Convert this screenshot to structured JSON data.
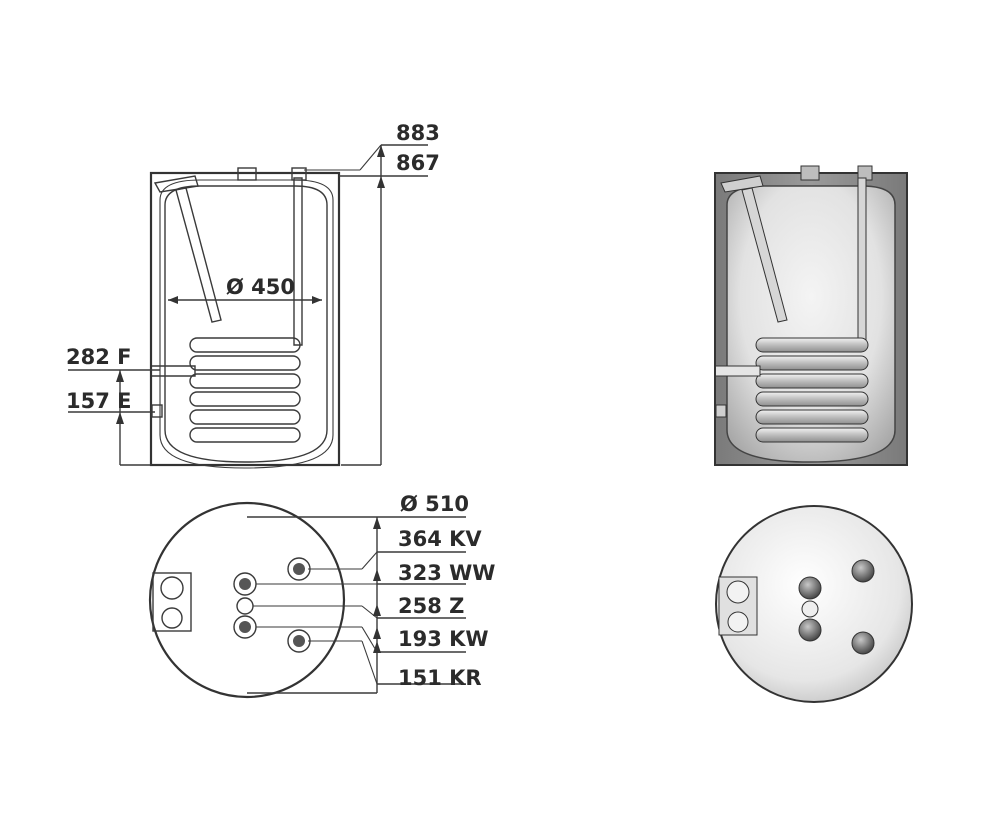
{
  "front_view": {
    "height_total": "883",
    "height_inner": "867",
    "diameter_inner": "Ø 450",
    "connection_f": "282 F",
    "connection_e": "157 E"
  },
  "top_view": {
    "diameter_outer": "Ø 510",
    "connections": [
      {
        "label": "364 KV"
      },
      {
        "label": "323 WW"
      },
      {
        "label": "258 Z"
      },
      {
        "label": "193 KW"
      },
      {
        "label": "151 KR"
      }
    ]
  },
  "colors": {
    "outline": "#333333",
    "shade_dark": "#8a8a8a",
    "shade_light": "#e8e8e8",
    "fill_white": "#ffffff"
  }
}
